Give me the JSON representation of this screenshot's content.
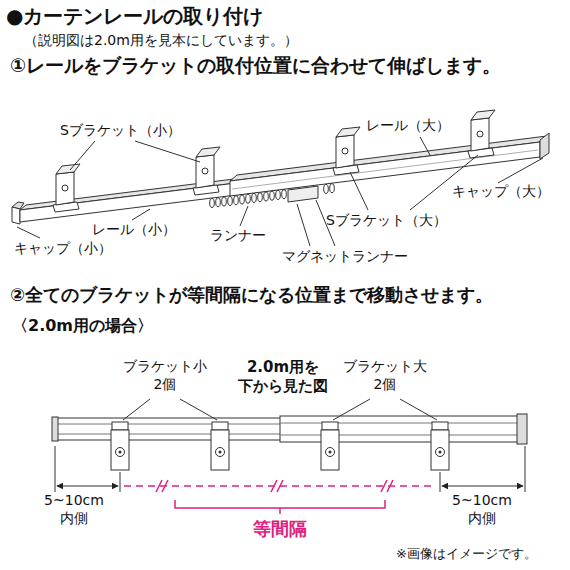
{
  "diagram": {
    "title": "●カーテンレールの取り付け",
    "labels": [
      "（説明図は2.0m用を見本にしています。）",
      "①レールをブラケットの取付位置に合わせて伸ばします。",
      "Sブラケット（小）",
      "レール（大）",
      "キャップ（大）",
      "Sブラケット（大）",
      "レール（小）",
      "ランナー",
      "キャップ（小）",
      "マグネットランナー",
      "②全てのブラケットが等間隔になる位置まで移動させます。",
      "〈2.0m用の場合〉",
      "ブラケット小 2個",
      "2.0m用を 下から見た図",
      "ブラケット大 2個",
      "5~10cm 内側",
      "5~10cm 内側",
      "等間隔",
      "※画像はイメージです。"
    ]
  }
}
